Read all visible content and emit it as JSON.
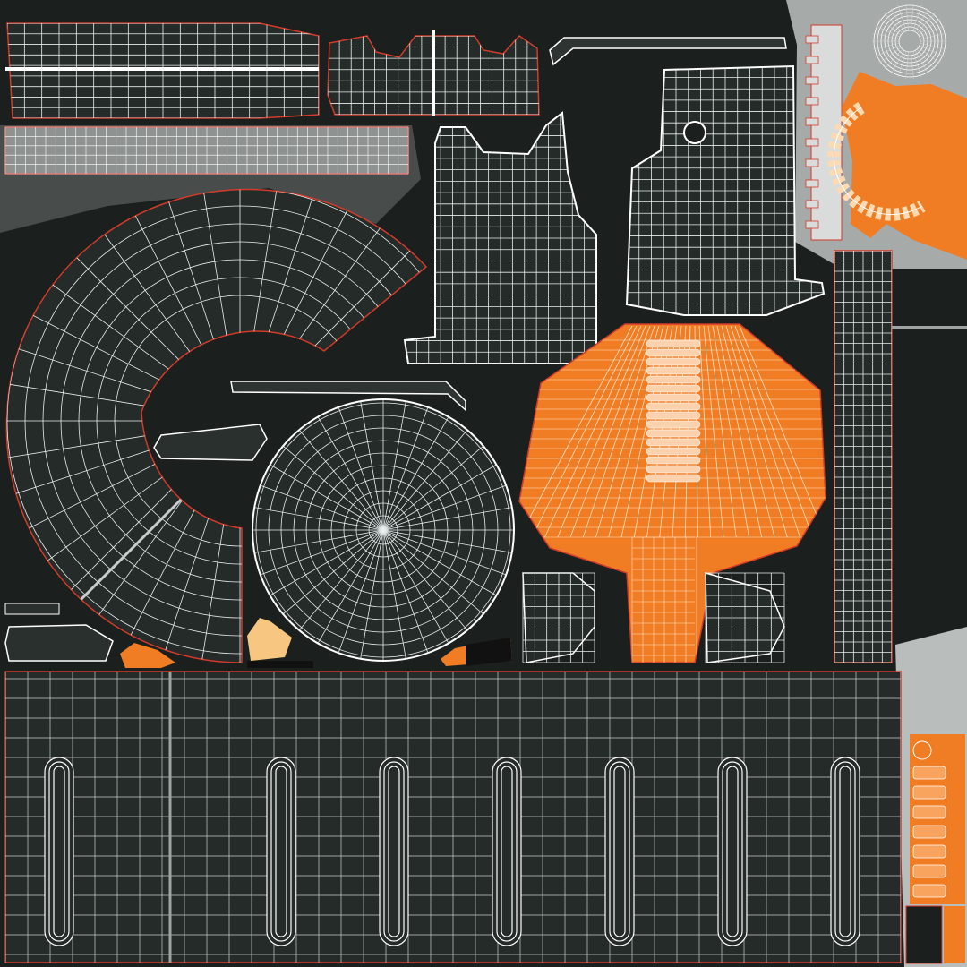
{
  "texture": {
    "background": "#1b201e",
    "panel_fill": "#252b29",
    "wire_color": "#e9eeee",
    "seam_color": "#d23a2a",
    "accent_orange": "#f07c24",
    "light_gray": "#9fa4a3",
    "pale_peach": "#f7c680"
  },
  "pieces": [
    {
      "name": "top-left-strip-panel",
      "type": "grid"
    },
    {
      "name": "shirt-collar-panel",
      "type": "grid"
    },
    {
      "name": "thin-top-strip",
      "type": "grid"
    },
    {
      "name": "gray-grid-strip",
      "type": "grid"
    },
    {
      "name": "large-arc-panel",
      "type": "arc"
    },
    {
      "name": "front-torso-panel",
      "type": "grid"
    },
    {
      "name": "back-torso-panel",
      "type": "grid"
    },
    {
      "name": "right-vertical-strip",
      "type": "grid"
    },
    {
      "name": "orange-fan-panel",
      "type": "fan"
    },
    {
      "name": "round-disc-panel",
      "type": "radial"
    },
    {
      "name": "bottom-wide-panel",
      "type": "grid"
    },
    {
      "name": "top-right-ring",
      "type": "radial"
    },
    {
      "name": "orange-gear-piece",
      "type": "gear"
    }
  ]
}
